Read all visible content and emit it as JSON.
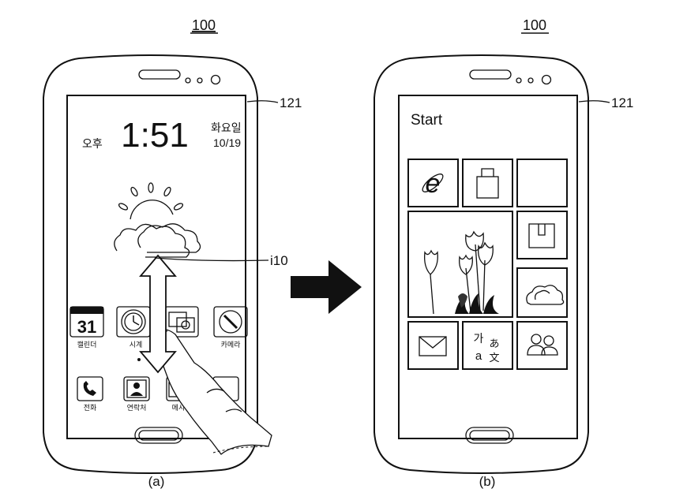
{
  "figure": {
    "ref_left": "100",
    "ref_right": "100",
    "screen_label_left": "121",
    "screen_label_right": "121",
    "pointer_label": "i10",
    "caption_a": "(a)",
    "caption_b": "(b)"
  },
  "lockscreen": {
    "ampm": "오후",
    "time": "1:51",
    "weekday": "화요일",
    "date": "10/19",
    "calendar_day": "31",
    "apps_row1": [
      "캘린더",
      "시계",
      "",
      "카메라"
    ],
    "apps_row2": [
      "전화",
      "연락처",
      "메시지",
      ""
    ]
  },
  "start": {
    "title": "Start"
  }
}
